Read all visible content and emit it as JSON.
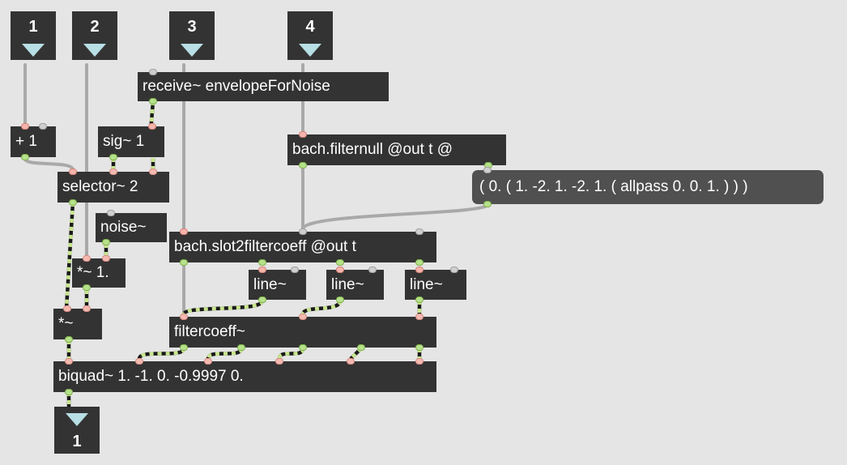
{
  "inlets": [
    {
      "id": "inlet-1",
      "label": "1"
    },
    {
      "id": "inlet-2",
      "label": "2"
    },
    {
      "id": "inlet-3",
      "label": "3"
    },
    {
      "id": "inlet-4",
      "label": "4"
    }
  ],
  "outlets": [
    {
      "id": "outlet-1",
      "label": "1"
    }
  ],
  "objects": {
    "receive": "receive~ envelopeForNoise",
    "plus": "+ 1",
    "sig": "sig~ 1",
    "filternull": "bach.filternull @out t @",
    "selector": "selector~ 2",
    "noise": "noise~",
    "slot2filtercoeff": "bach.slot2filtercoeff @out t",
    "times1": "*~ 1.",
    "line1": "line~",
    "line2": "line~",
    "line3": "line~",
    "times": "*~",
    "filtercoeff": "filtercoeff~",
    "biquad": "biquad~ 1. -1. 0. -0.9997 0."
  },
  "message": "( 0. ( 1. -2. 1. -2. 1. ( allpass 0. 0. 1. ) ) )",
  "colors": {
    "canvas": "#e5e5e5",
    "object_box": "#333333",
    "message_box": "#505050",
    "control_cord": "#a9a9a9",
    "signal_cord_dash_a": "#1a1a1a",
    "signal_cord_dash_b": "#c8e58e",
    "inlet_triangle": "#b7dfe5"
  }
}
